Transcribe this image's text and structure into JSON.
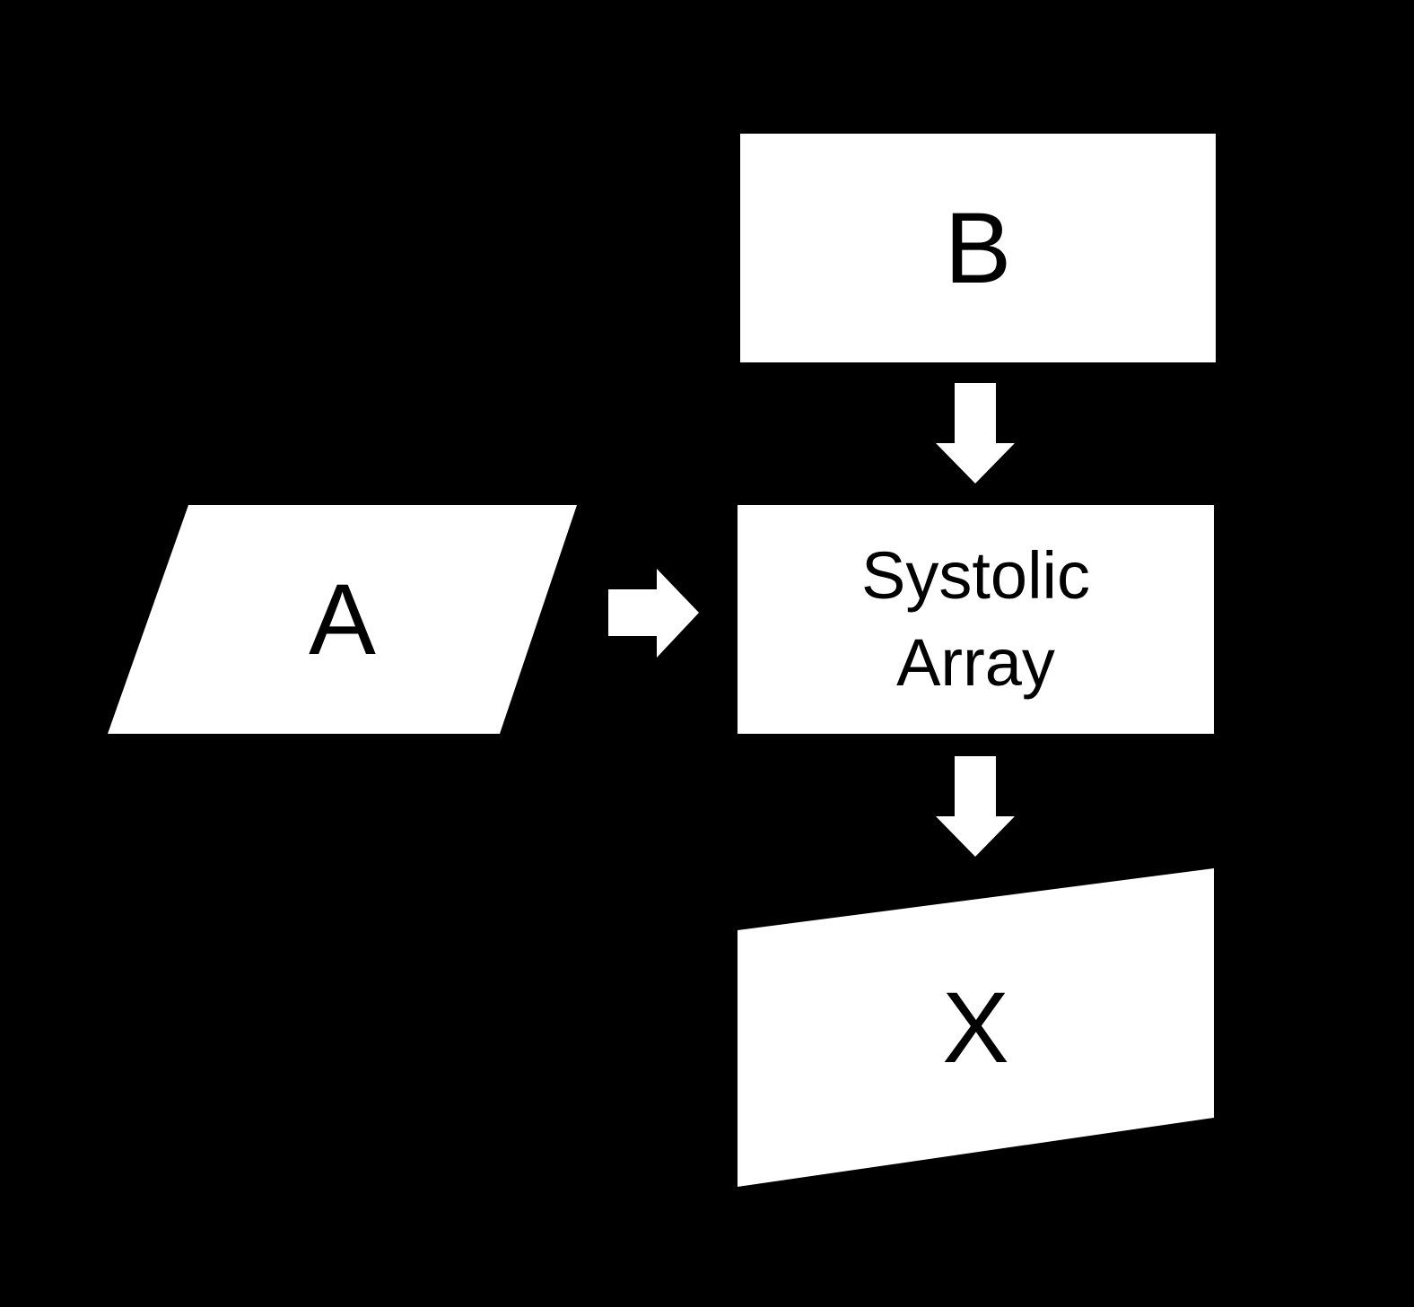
{
  "colors": {
    "background": "#000000",
    "shape_fill": "#ffffff",
    "text": "#000000"
  },
  "nodes": {
    "b": {
      "label": "B",
      "shape": "rectangle"
    },
    "a": {
      "label": "A",
      "shape": "parallelogram"
    },
    "systolic_array": {
      "label_line1": "Systolic",
      "label_line2": "Array",
      "shape": "rectangle"
    },
    "x": {
      "label": "X",
      "shape": "sheared-rectangle"
    }
  },
  "edges": [
    {
      "from": "B",
      "to": "Systolic Array",
      "direction": "down"
    },
    {
      "from": "A",
      "to": "Systolic Array",
      "direction": "right"
    },
    {
      "from": "Systolic Array",
      "to": "X",
      "direction": "down"
    }
  ]
}
